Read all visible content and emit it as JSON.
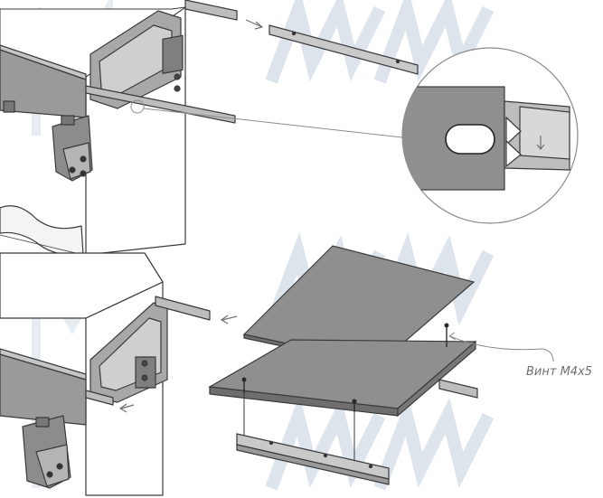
{
  "annotations": {
    "screw_label": "Винт М4х5"
  },
  "colors": {
    "line": "#3a3a3a",
    "panel_fill": "#8f8f8f",
    "panel_dark": "#6e6e6e",
    "watermark": "#dde4ec",
    "background": "#ffffff"
  },
  "icons": [
    "arrow-icon",
    "screw-icon",
    "magnifier-callout",
    "watermark-logo"
  ]
}
